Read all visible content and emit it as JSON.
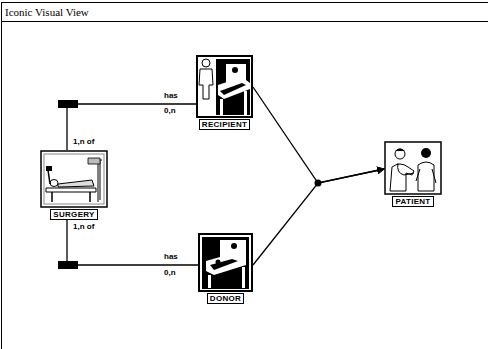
{
  "diagram": {
    "title": "Iconic Visual View",
    "nodes": [
      {
        "text": [
          "RECIPIENT"
        ]
      },
      {
        "text": [
          "SURGERY"
        ]
      },
      {
        "text": [
          "PATIENT"
        ]
      },
      {
        "text": [
          "DONOR"
        ]
      }
    ],
    "edges": [
      {
        "from": 1,
        "to": 0,
        "arrow": "none"
      },
      {
        "from": 1,
        "to": 3,
        "arrow": "none"
      },
      {
        "from": 0,
        "to": 2,
        "arrow": "to"
      },
      {
        "from": 3,
        "to": 2,
        "arrow": "to"
      }
    ],
    "labels": [
      "has",
      "0,n",
      "1,n of",
      "has",
      "0,n",
      "1,n of"
    ]
  }
}
